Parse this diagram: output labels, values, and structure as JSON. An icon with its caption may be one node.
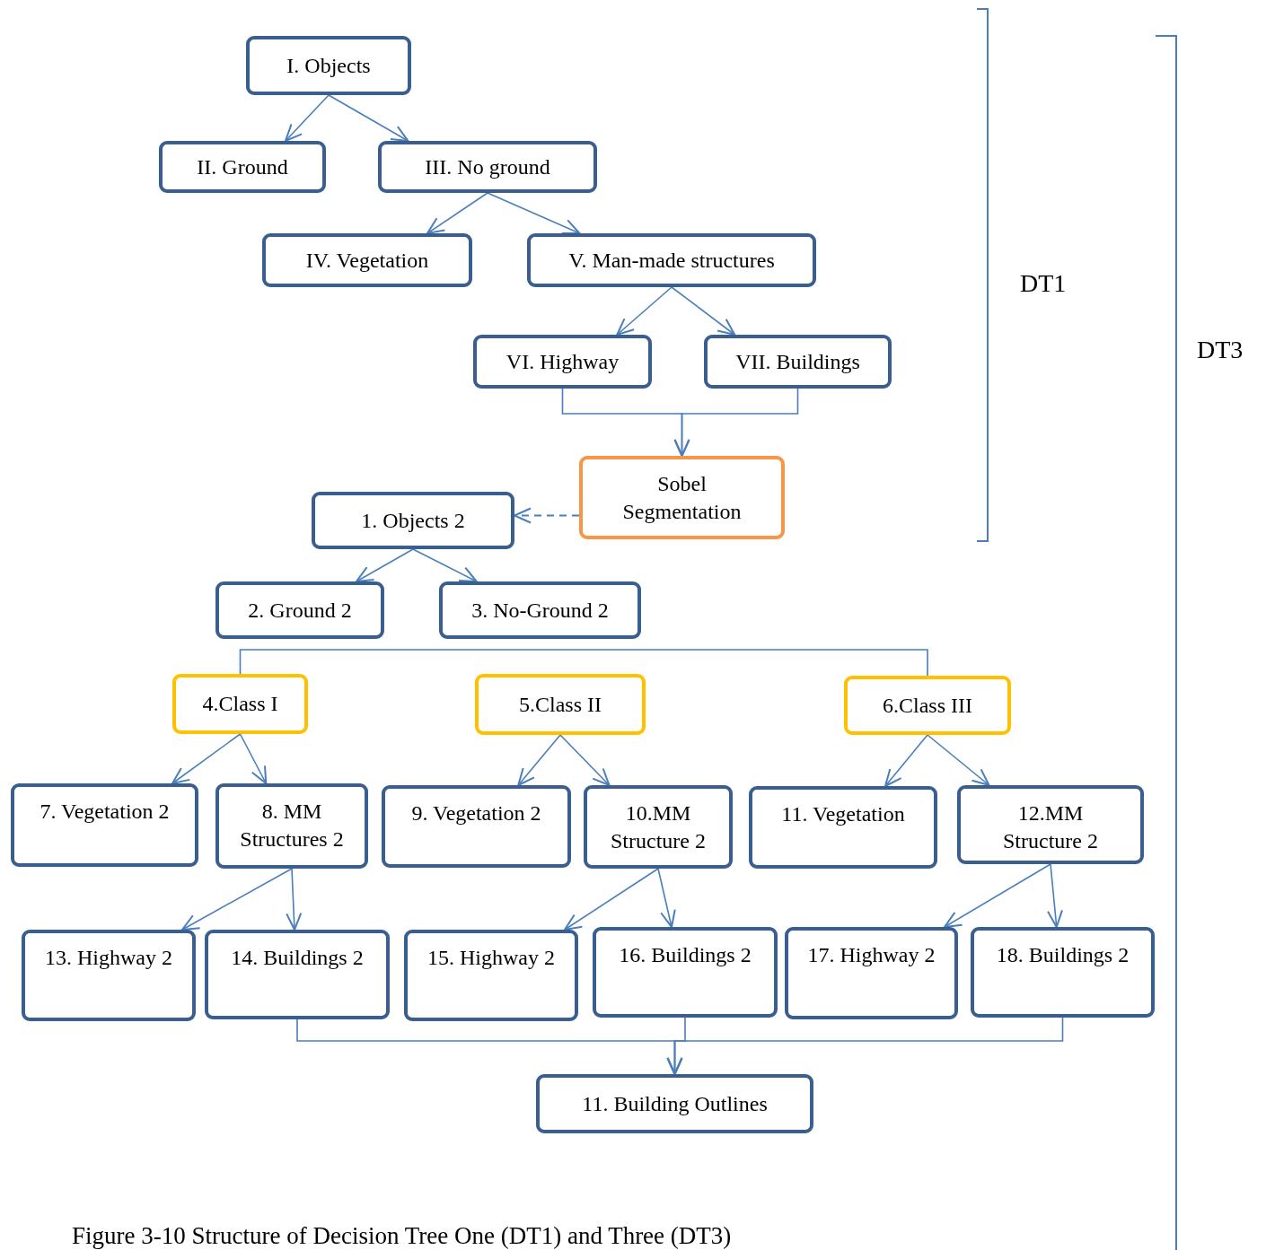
{
  "diagram": {
    "caption": "Figure 3-10 Structure of Decision Tree One (DT1) and Three (DT3)",
    "nodes": [
      {
        "text": [
          "I. Objects"
        ]
      },
      {
        "text": [
          "II. Ground"
        ]
      },
      {
        "text": [
          "III. No ground"
        ]
      },
      {
        "text": [
          "IV. Vegetation"
        ]
      },
      {
        "text": [
          "V. Man-made structures"
        ]
      },
      {
        "text": [
          "VI. Highway"
        ]
      },
      {
        "text": [
          "VII. Buildings"
        ]
      },
      {
        "text": [
          "Sobel Segmentation"
        ]
      },
      {
        "text": [
          "1. Objects 2"
        ]
      },
      {
        "text": [
          "2. Ground 2"
        ]
      },
      {
        "text": [
          "3. No-Ground 2"
        ]
      },
      {
        "text": [
          "4.Class I"
        ]
      },
      {
        "text": [
          "5.Class II"
        ]
      },
      {
        "text": [
          "6.Class III"
        ]
      },
      {
        "text": [
          "7. Vegetation 2"
        ]
      },
      {
        "text": [
          "8. MM Structures 2"
        ]
      },
      {
        "text": [
          "9. Vegetation 2"
        ]
      },
      {
        "text": [
          "10.MM Structure 2"
        ]
      },
      {
        "text": [
          "11. Vegetation"
        ]
      },
      {
        "text": [
          "12.MM Structure 2"
        ]
      },
      {
        "text": [
          "13. Highway 2"
        ]
      },
      {
        "text": [
          "14. Buildings 2"
        ]
      },
      {
        "text": [
          "15. Highway 2"
        ]
      },
      {
        "text": [
          "16. Buildings 2"
        ]
      },
      {
        "text": [
          "17. Highway 2"
        ]
      },
      {
        "text": [
          "18. Buildings 2"
        ]
      },
      {
        "text": [
          "11. Building Outlines"
        ]
      }
    ],
    "edges": [
      {
        "from": 0,
        "to": 1,
        "arrow": "to"
      },
      {
        "from": 0,
        "to": 2,
        "arrow": "to"
      },
      {
        "from": 2,
        "to": 3,
        "arrow": "to"
      },
      {
        "from": 2,
        "to": 4,
        "arrow": "to"
      },
      {
        "from": 4,
        "to": 5,
        "arrow": "to"
      },
      {
        "from": 4,
        "to": 6,
        "arrow": "to"
      },
      {
        "from": 5,
        "to": 7,
        "arrow": "to"
      },
      {
        "from": 6,
        "to": 7,
        "arrow": "to"
      },
      {
        "from": 7,
        "to": 8,
        "arrow": "to",
        "style": "dashed"
      },
      {
        "from": 8,
        "to": 9,
        "arrow": "to"
      },
      {
        "from": 8,
        "to": 10,
        "arrow": "to"
      },
      {
        "from": 11,
        "to": 13,
        "arrow": "none"
      },
      {
        "from": 11,
        "to": 14,
        "arrow": "to"
      },
      {
        "from": 11,
        "to": 15,
        "arrow": "to"
      },
      {
        "from": 12,
        "to": 16,
        "arrow": "to"
      },
      {
        "from": 12,
        "to": 17,
        "arrow": "to"
      },
      {
        "from": 13,
        "to": 18,
        "arrow": "to"
      },
      {
        "from": 13,
        "to": 19,
        "arrow": "to"
      },
      {
        "from": 15,
        "to": 20,
        "arrow": "to"
      },
      {
        "from": 15,
        "to": 21,
        "arrow": "to"
      },
      {
        "from": 17,
        "to": 22,
        "arrow": "to"
      },
      {
        "from": 17,
        "to": 23,
        "arrow": "to"
      },
      {
        "from": 19,
        "to": 24,
        "arrow": "to"
      },
      {
        "from": 19,
        "to": 25,
        "arrow": "to"
      },
      {
        "from": 21,
        "to": 26,
        "arrow": "to"
      },
      {
        "from": 23,
        "to": 26,
        "arrow": "to"
      },
      {
        "from": 25,
        "to": 26,
        "arrow": "to"
      }
    ],
    "labels": [
      "DT1",
      "DT3"
    ]
  }
}
